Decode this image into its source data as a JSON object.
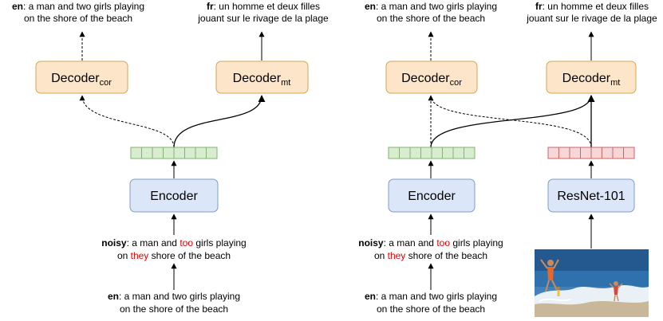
{
  "left": {
    "top_caption": {
      "lang": "en",
      "line1_rest": ": a man and two girls playing",
      "line2": "on the shore of the beach"
    },
    "top_caption_fr": {
      "lang": "fr",
      "line1_rest": ": un homme et deux filles",
      "line2": "jouant sur le rivage de la plage"
    },
    "decoder_cor": {
      "base": "Decoder",
      "sub": "cor"
    },
    "decoder_mt": {
      "base": "Decoder",
      "sub": "mt"
    },
    "encoder": "Encoder",
    "noisy": {
      "lang": "noisy",
      "a": ": a man and ",
      "err1": "too",
      "b": " girls playing",
      "c": "on ",
      "err2": "they",
      "d": " shore of the beach"
    },
    "bottom": {
      "lang": "en",
      "line1_rest": ": a man and two girls playing",
      "line2": "on the shore of the beach"
    }
  },
  "right": {
    "top_caption": {
      "lang": "en",
      "line1_rest": ": a man and two girls playing",
      "line2": "on the shore of the beach"
    },
    "top_caption_fr": {
      "lang": "fr",
      "line1_rest": ": un homme et deux filles",
      "line2": "jouant sur le rivage de la plage"
    },
    "decoder_cor": {
      "base": "Decoder",
      "sub": "cor"
    },
    "decoder_mt": {
      "base": "Decoder",
      "sub": "mt"
    },
    "encoder": "Encoder",
    "resnet": "ResNet-101",
    "noisy": {
      "lang": "noisy",
      "a": ": a man and ",
      "err1": "too",
      "b": " girls playing",
      "c": "on ",
      "err2": "they",
      "d": " shore of the beach"
    },
    "bottom": {
      "lang": "en",
      "line1_rest": ": a man and two girls playing",
      "line2": "on the shore of the beach"
    }
  },
  "colors": {
    "decoder_fill": "#fce5c9",
    "decoder_stroke": "#d6a64f",
    "encoder_fill": "#dbe7f8",
    "encoder_stroke": "#7b9ccb",
    "text_vec_fill": "#d8ecd0",
    "text_vec_stroke": "#7fb36e",
    "img_vec_fill": "#f6d6d6",
    "img_vec_stroke": "#c96565",
    "error_text": "#e00000"
  },
  "photo": {
    "icon": "beach-photo"
  }
}
